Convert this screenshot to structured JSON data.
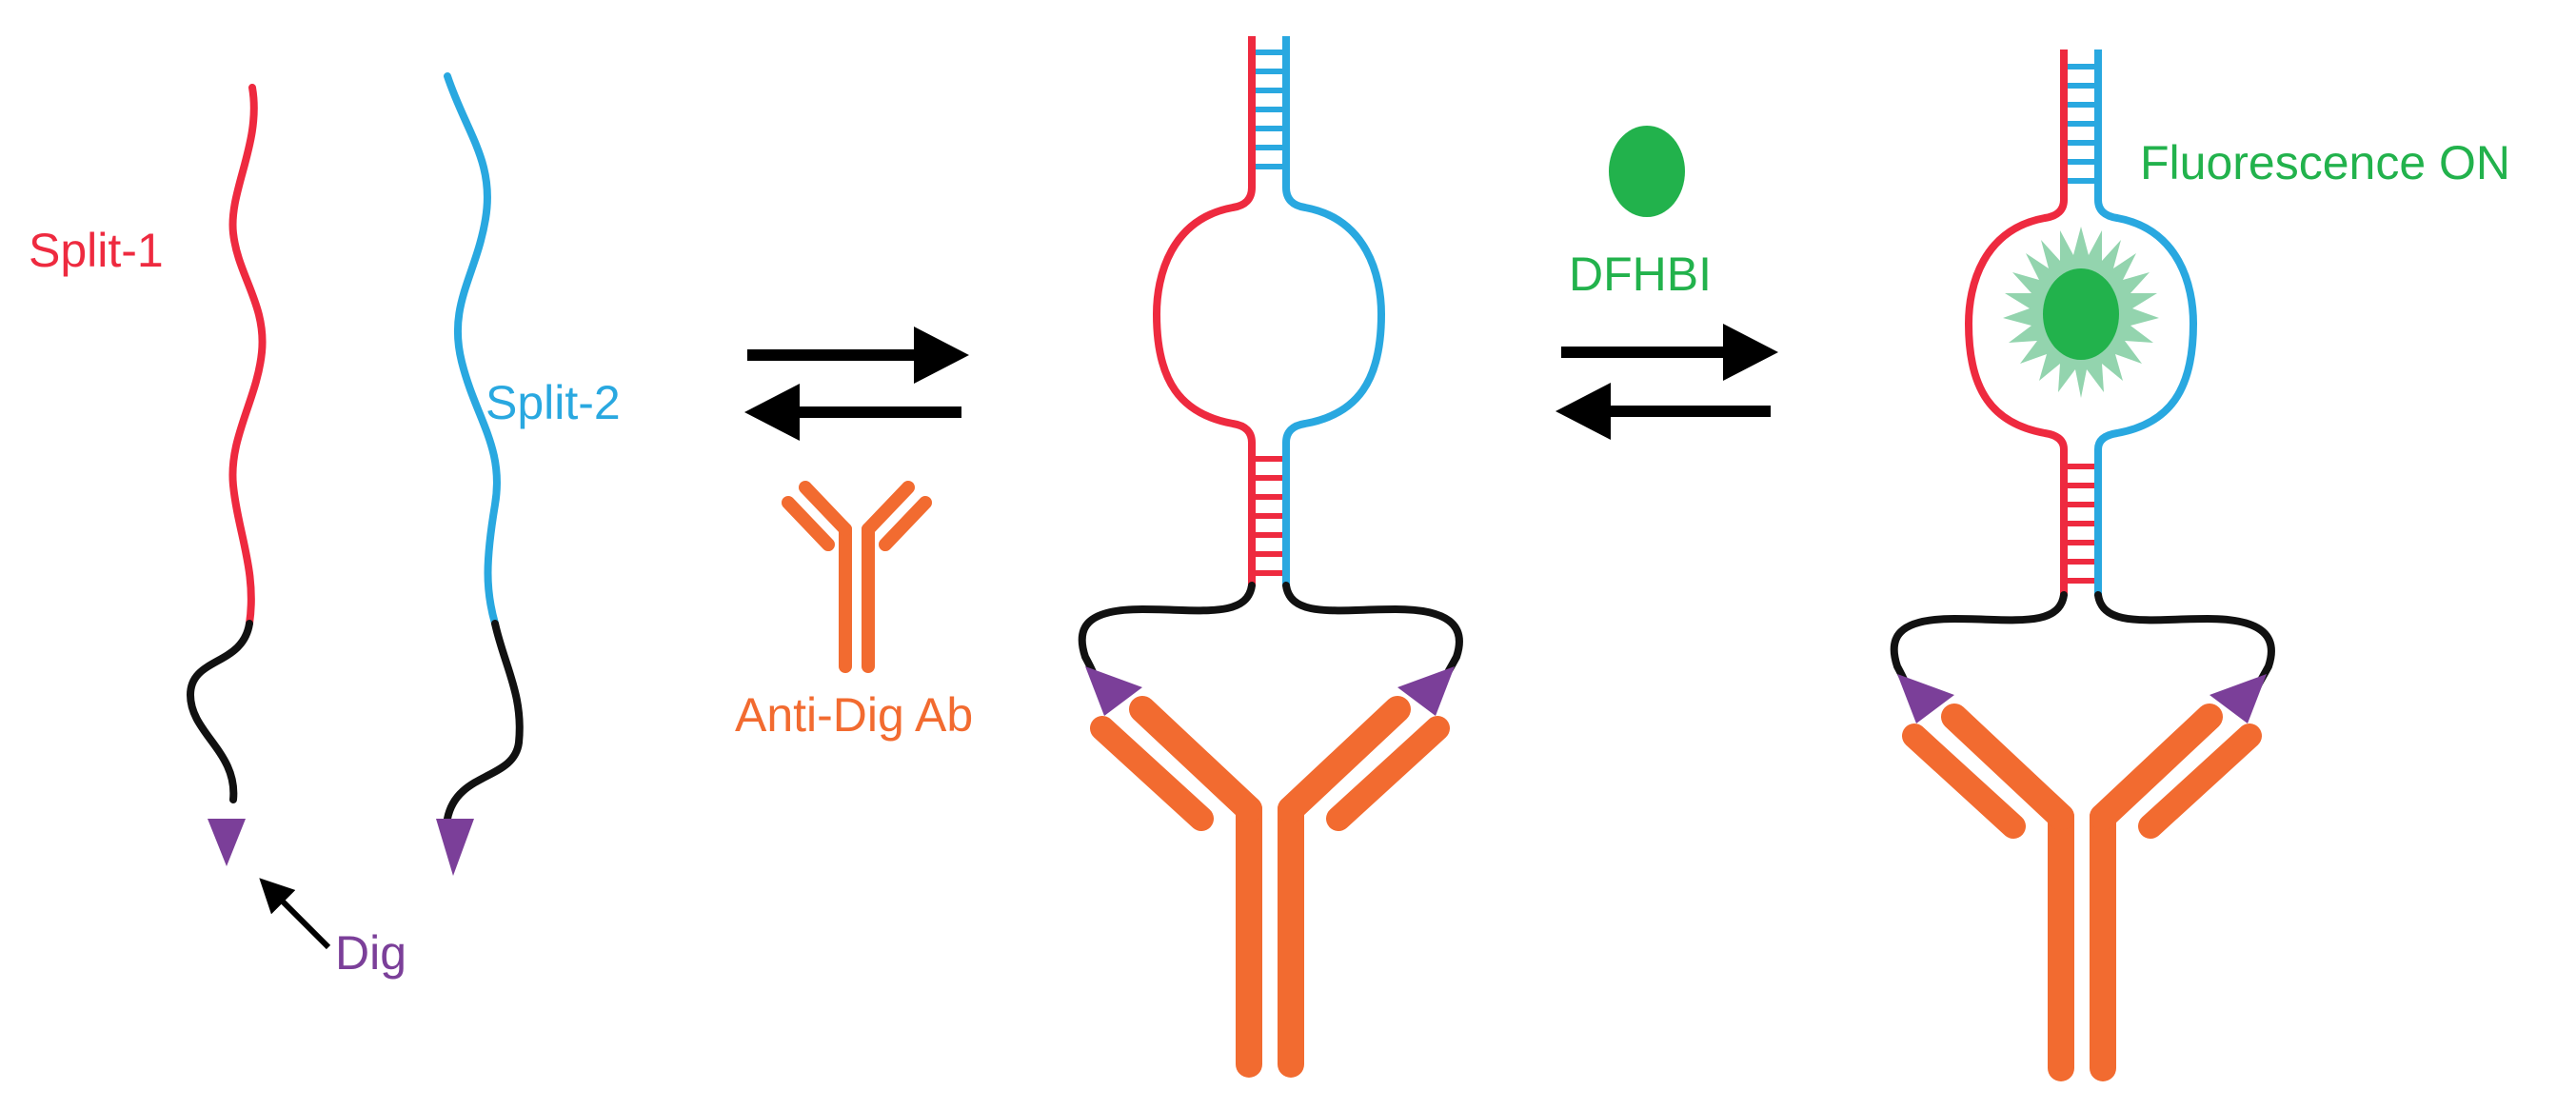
{
  "labels": {
    "split1": "Split-1",
    "split2": "Split-2",
    "dig": "Dig",
    "antibody": "Anti-Dig Ab",
    "fluorophore": "DFHBI",
    "fluorescence": "Fluorescence ON"
  },
  "colors": {
    "split1": "#ee2a3f",
    "split2": "#29a8e0",
    "linker": "#111111",
    "dig": "#7b3f99",
    "antibody": "#f26b30",
    "dfhbi": "#22b24c",
    "glow": "#93d4ae",
    "arrow": "#000000"
  }
}
